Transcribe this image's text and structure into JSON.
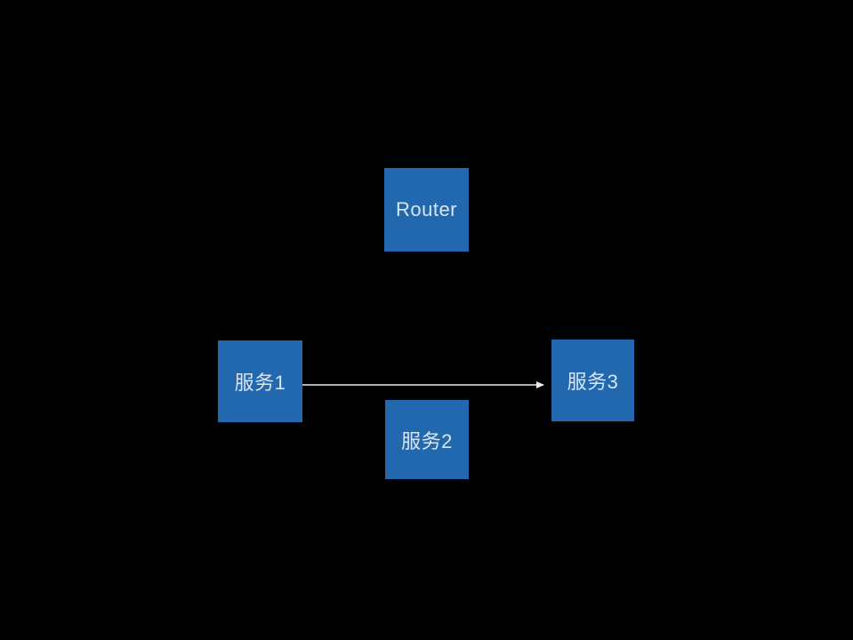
{
  "colors": {
    "background": "#000000",
    "node_fill": "#2268ae",
    "node_text": "#d9e5f1",
    "arrow": "#ececec"
  },
  "diagram": {
    "nodes": [
      {
        "id": "router",
        "label": "Router"
      },
      {
        "id": "service1",
        "label": "服务1"
      },
      {
        "id": "service2",
        "label": "服务2"
      },
      {
        "id": "service3",
        "label": "服务3"
      }
    ],
    "edges": [
      {
        "from": "service1",
        "to": "service3",
        "type": "arrow"
      }
    ]
  }
}
